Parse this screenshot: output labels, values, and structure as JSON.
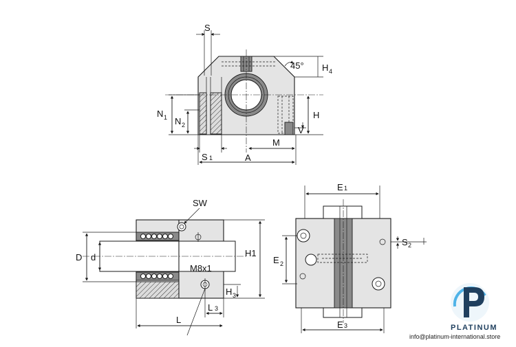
{
  "labels": {
    "S": "S",
    "S1": "S",
    "S1_sub": "1",
    "A": "A",
    "M": "M",
    "H": "H",
    "V": "V",
    "H4": "H",
    "H4_sub": "4",
    "angle": "45°",
    "N1": "N",
    "N1_sub": "1",
    "N2": "N",
    "N2_sub": "2",
    "SW": "SW",
    "D": "D",
    "d": "d",
    "M8x1": "M8x1",
    "L": "L",
    "L3": "L",
    "L3_sub": "3",
    "H1": "H1",
    "H3": "H",
    "H3_sub": "3",
    "E1": "E",
    "E1_sub": "1",
    "E2": "E",
    "E2_sub": "2",
    "E3": "E",
    "E3_sub": "3",
    "S2": "S",
    "S2_sub": "2"
  },
  "brand": {
    "name": "PLATINUM",
    "email": "info@platinum-international.store",
    "color_primary": "#1f3f5e",
    "color_accent": "#4fb3e8"
  }
}
